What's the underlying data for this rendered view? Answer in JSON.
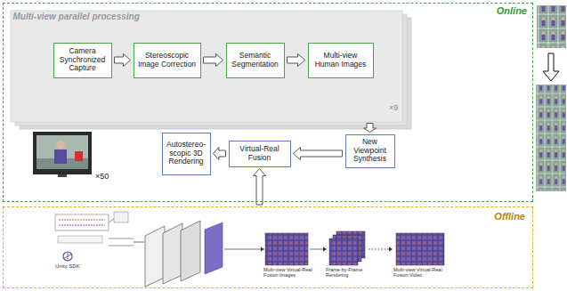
{
  "diagram": {
    "nodes": [
      {
        "text": [
          "Online"
        ]
      },
      {
        "text": [
          "Multi-view parallel processing"
        ],
        "in": 0
      },
      {
        "text": [
          "Camera Synchronized Capture"
        ],
        "in": 1
      },
      {
        "text": [
          "Stereoscopic Image Correction"
        ],
        "in": 1
      },
      {
        "text": [
          "Semantic Segmentation"
        ],
        "in": 1
      },
      {
        "text": [
          "Multi-view Human Images"
        ],
        "in": 1
      },
      {
        "text": [
          "New Viewpoint Synthesis"
        ],
        "in": 0
      },
      {
        "text": [
          "Virtual-Real Fusion"
        ],
        "in": 0
      },
      {
        "text": [
          "Autostereo- scopic 3D Rendering"
        ],
        "in": 0
      },
      {
        "text": [
          "Offline"
        ]
      }
    ],
    "edges": [
      {
        "from": 2,
        "to": 3,
        "arrow": "to"
      },
      {
        "from": 3,
        "to": 4,
        "arrow": "to"
      },
      {
        "from": 4,
        "to": 5,
        "arrow": "to"
      },
      {
        "from": 1,
        "to": 6,
        "arrow": "to"
      },
      {
        "from": 6,
        "to": 7,
        "arrow": "to"
      },
      {
        "from": 7,
        "to": 8,
        "arrow": "to"
      },
      {
        "from": 9,
        "to": 7,
        "arrow": "to"
      }
    ],
    "labels": [
      "×9",
      "×50",
      "Unity SDK",
      "Multi-view Virtual-Real Fusion Images",
      "Frame-by-Frame Rendering",
      "Multi-view Virtual-Real Fusion Video"
    ]
  }
}
